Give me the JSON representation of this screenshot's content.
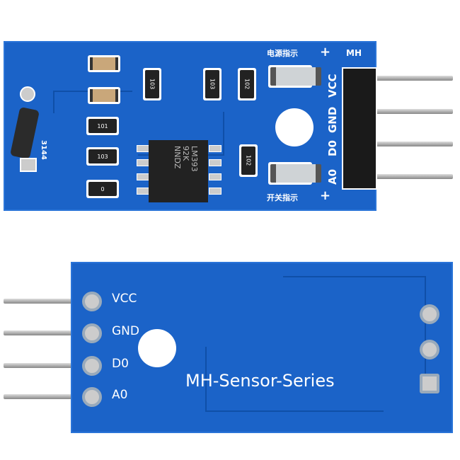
{
  "top_board": {
    "power_indicator": "电源指示",
    "switch_indicator": "开关指示",
    "plus": "+",
    "brand": "MH",
    "pin_labels": [
      "VCC",
      "GND",
      "D0",
      "A0"
    ],
    "sensor_label": "3144",
    "chip_text": [
      "LM393",
      "92K",
      "NNDZ"
    ],
    "resistors": [
      "103",
      "103",
      "102",
      "101",
      "103",
      "102",
      "0"
    ]
  },
  "bottom_board": {
    "pin_labels": [
      "VCC",
      "GND",
      "D0",
      "A0"
    ],
    "series_text": "MH-Sensor-Series"
  }
}
